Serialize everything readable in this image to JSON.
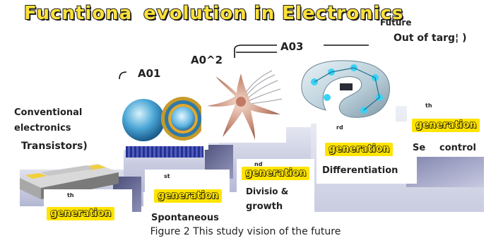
{
  "title": {
    "part1": "Fucntiona",
    "part2": "evolution in Electronics"
  },
  "stages": {
    "conventional": {
      "line1": "Conventional",
      "line2": "electronics",
      "transistors": "Transistors)",
      "gen_prefix": "th",
      "gen": "generation"
    },
    "a01": {
      "code": "A01",
      "gen_prefix": "st",
      "gen": "generation",
      "desc": "Spontaneous"
    },
    "a02": {
      "code": "A0^2",
      "gen_prefix": "nd",
      "gen": "generation",
      "desc1": "Divisio   &",
      "desc2": "growth"
    },
    "a03": {
      "code": "A03",
      "gen_prefix": "rd",
      "gen": "generation",
      "desc": "Differentiation"
    },
    "future": {
      "label": "Future",
      "out": "Out of targ¦ )",
      "gen_prefix": "th",
      "gen": "generation",
      "desc1": "Se",
      "desc2": "control"
    }
  },
  "caption": "Figure 2 This study vision of the future"
}
